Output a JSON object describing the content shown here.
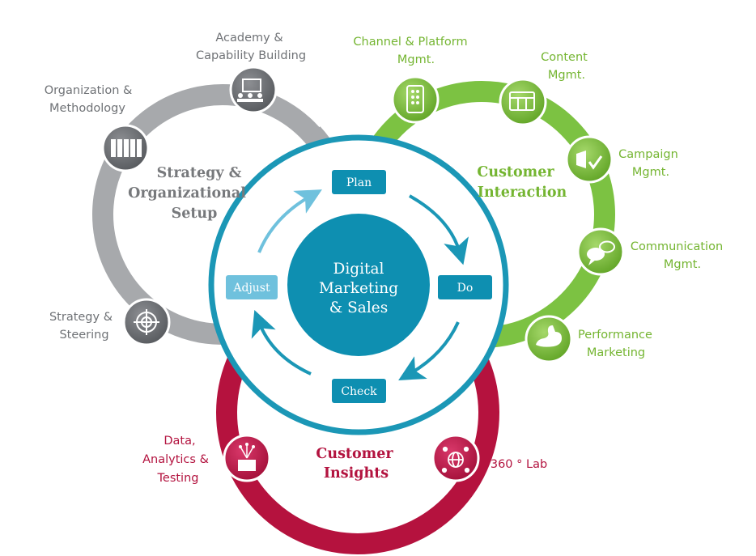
{
  "colors": {
    "gray_ring": "#a7a9ac",
    "green_ring": "#7cc242",
    "red_ring": "#b5123e",
    "blue_ring": "#1b97b6",
    "blue_fill": "#0e8fb1",
    "light_blue": "#6fc1dd"
  },
  "center": {
    "line1": "Digital",
    "line2": "Marketing",
    "line3": "& Sales"
  },
  "cycle": {
    "plan": "Plan",
    "do": "Do",
    "check": "Check",
    "adjust": "Adjust"
  },
  "strategy": {
    "title": {
      "line1": "Strategy &",
      "line2": "Organizational",
      "line3": "Setup"
    },
    "academy": {
      "line1": "Academy &",
      "line2": "Capability Building",
      "icon": "presentation-icon"
    },
    "organization": {
      "line1": "Organization &",
      "line2": "Methodology",
      "icon": "binders-icon"
    },
    "steering": {
      "line1": "Strategy &",
      "line2": "Steering",
      "icon": "target-icon"
    }
  },
  "interaction": {
    "title": {
      "line1": "Customer",
      "line2": "Interaction"
    },
    "channel": {
      "line1": "Channel & Platform",
      "line2": "Mgmt.",
      "icon": "mobile-icon"
    },
    "content": {
      "line1": "Content",
      "line2": "Mgmt.",
      "icon": "cards-icon"
    },
    "campaign": {
      "line1": "Campaign",
      "line2": "Mgmt.",
      "icon": "megaphone-icon"
    },
    "communication": {
      "line1": "Communication",
      "line2": "Mgmt.",
      "icon": "speech-bubbles-icon"
    },
    "performance": {
      "line1": "Performance",
      "line2": "Marketing",
      "icon": "flexed-arm-icon"
    }
  },
  "insights": {
    "title": {
      "line1": "Customer",
      "line2": "Insights"
    },
    "data": {
      "line1": "Data,",
      "line2": "Analytics &",
      "line3": "Testing",
      "icon": "data-box-icon"
    },
    "lab": {
      "line1": "360 ° Lab",
      "icon": "globe-network-icon"
    }
  }
}
